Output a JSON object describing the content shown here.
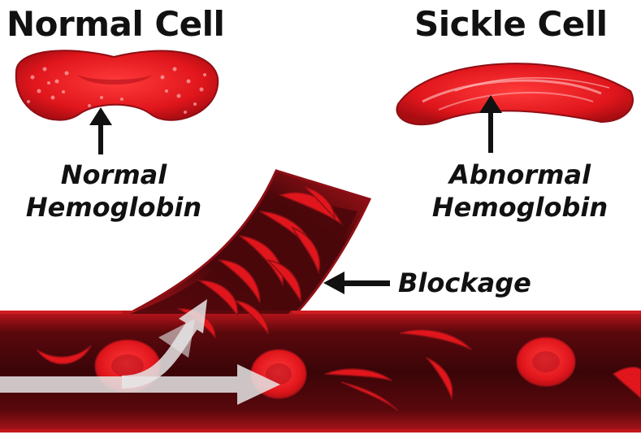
{
  "diagram": {
    "titles": {
      "normal": "Normal Cell",
      "sickle": "Sickle Cell"
    },
    "labels": {
      "normal_line1": "Normal",
      "normal_line2": "Hemoglobin",
      "abnormal_line1": "Abnormal",
      "abnormal_line2": "Hemoglobin",
      "blockage": "Blockage"
    },
    "colors": {
      "vessel_outer": "#8e0f15",
      "vessel_inner": "#3a0508",
      "cell_red": "#e0161c",
      "cell_dark": "#a80d12",
      "flow_arrow": "#e6e6e6",
      "text": "#111111"
    },
    "icons": {
      "pointer": "arrow-up-icon",
      "blockage_pointer": "arrow-left-icon",
      "flow": "flow-arrow-icon"
    }
  }
}
